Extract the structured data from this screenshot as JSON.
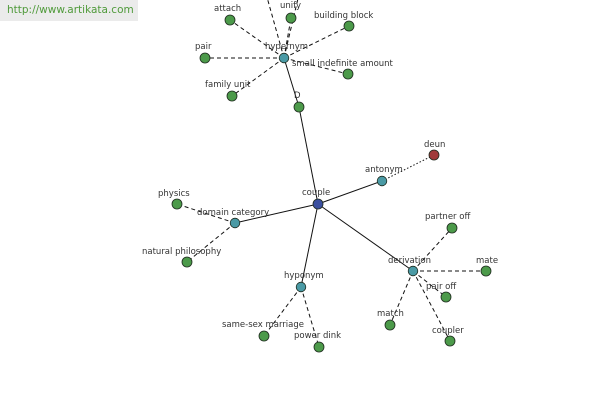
{
  "watermark": {
    "url_text": "http://www.artikata.com"
  },
  "colors": {
    "center": "#3a4fa0",
    "relation": "#4a9aa5",
    "leaf": "#4c9a4a",
    "antonym_leaf": "#a13a3a"
  },
  "graph": {
    "nodes": [
      {
        "id": "couple",
        "label": "couple",
        "kind": "center",
        "icon": "center-node"
      },
      {
        "id": "hypernym",
        "label": "hypernym",
        "kind": "relation",
        "icon": "relation-node"
      },
      {
        "id": "antonym",
        "label": "antonym",
        "kind": "relation",
        "icon": "relation-node"
      },
      {
        "id": "domain",
        "label": "domain category",
        "kind": "relation",
        "icon": "relation-node"
      },
      {
        "id": "derivation",
        "label": "derivation",
        "kind": "relation",
        "icon": "relation-node"
      },
      {
        "id": "hyponym",
        "label": "hyponym",
        "kind": "relation",
        "icon": "relation-node"
      },
      {
        "id": "attach",
        "label": "attach",
        "kind": "leaf",
        "icon": "word-node"
      },
      {
        "id": "unify",
        "label": "unify",
        "kind": "leaf",
        "icon": "word-node"
      },
      {
        "id": "buildingblock",
        "label": "building block",
        "kind": "leaf",
        "icon": "word-node"
      },
      {
        "id": "pair",
        "label": "pair",
        "kind": "leaf",
        "icon": "word-node"
      },
      {
        "id": "smallamount",
        "label": "small indefinite amount",
        "kind": "leaf",
        "icon": "word-node"
      },
      {
        "id": "familyunit",
        "label": "family unit",
        "kind": "leaf",
        "icon": "word-node"
      },
      {
        "id": "d",
        "label": "D",
        "kind": "leaf",
        "icon": "word-node"
      },
      {
        "id": "deun",
        "label": "deun",
        "kind": "antonym_leaf",
        "icon": "word-node"
      },
      {
        "id": "physics",
        "label": "physics",
        "kind": "leaf",
        "icon": "word-node"
      },
      {
        "id": "naturalphilosophy",
        "label": "natural philosophy",
        "kind": "leaf",
        "icon": "word-node"
      },
      {
        "id": "partneroff",
        "label": "partner off",
        "kind": "leaf",
        "icon": "word-node"
      },
      {
        "id": "mate",
        "label": "mate",
        "kind": "leaf",
        "icon": "word-node"
      },
      {
        "id": "pairoff",
        "label": "pair off",
        "kind": "leaf",
        "icon": "word-node"
      },
      {
        "id": "match",
        "label": "match",
        "kind": "leaf",
        "icon": "word-node"
      },
      {
        "id": "coupler",
        "label": "coupler",
        "kind": "leaf",
        "icon": "word-node"
      },
      {
        "id": "samesexmarriage",
        "label": "same-sex marriage",
        "kind": "leaf",
        "icon": "word-node"
      },
      {
        "id": "powerdink",
        "label": "power dink",
        "kind": "leaf",
        "icon": "word-node"
      },
      {
        "id": "offtop1",
        "label": "",
        "kind": "offscreen",
        "icon": ""
      },
      {
        "id": "offtop2",
        "label": "",
        "kind": "offscreen",
        "icon": ""
      }
    ],
    "edges": [
      {
        "from": "couple",
        "to": "d",
        "style": "solid"
      },
      {
        "from": "d",
        "to": "hypernym",
        "style": "solid"
      },
      {
        "from": "couple",
        "to": "antonym",
        "style": "solid"
      },
      {
        "from": "couple",
        "to": "domain",
        "style": "solid"
      },
      {
        "from": "couple",
        "to": "derivation",
        "style": "solid"
      },
      {
        "from": "couple",
        "to": "hyponym",
        "style": "solid"
      },
      {
        "from": "hypernym",
        "to": "attach",
        "style": "dashed"
      },
      {
        "from": "hypernym",
        "to": "unify",
        "style": "dashed"
      },
      {
        "from": "hypernym",
        "to": "buildingblock",
        "style": "dashed"
      },
      {
        "from": "hypernym",
        "to": "pair",
        "style": "dashed"
      },
      {
        "from": "hypernym",
        "to": "smallamount",
        "style": "dashed"
      },
      {
        "from": "hypernym",
        "to": "familyunit",
        "style": "dashed"
      },
      {
        "from": "hypernym",
        "to": "offtop1",
        "style": "dashed"
      },
      {
        "from": "hypernym",
        "to": "offtop2",
        "style": "dashed"
      },
      {
        "from": "antonym",
        "to": "deun",
        "style": "dotted"
      },
      {
        "from": "domain",
        "to": "physics",
        "style": "dashed"
      },
      {
        "from": "domain",
        "to": "naturalphilosophy",
        "style": "dashed"
      },
      {
        "from": "derivation",
        "to": "partneroff",
        "style": "dashed"
      },
      {
        "from": "derivation",
        "to": "mate",
        "style": "dashed"
      },
      {
        "from": "derivation",
        "to": "pairoff",
        "style": "dashed"
      },
      {
        "from": "derivation",
        "to": "match",
        "style": "dashed"
      },
      {
        "from": "derivation",
        "to": "coupler",
        "style": "dashed"
      },
      {
        "from": "hyponym",
        "to": "samesexmarriage",
        "style": "dashed"
      },
      {
        "from": "hyponym",
        "to": "powerdink",
        "style": "dashed"
      }
    ]
  }
}
